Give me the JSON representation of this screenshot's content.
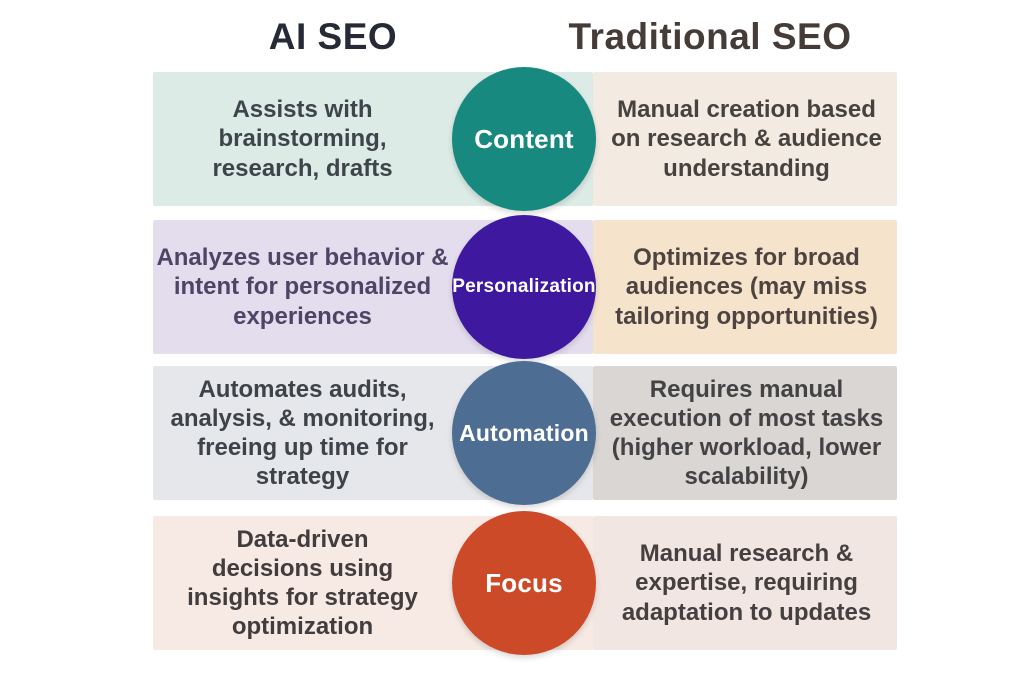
{
  "header": {
    "left_title": "AI SEO",
    "right_title": "Traditional SEO"
  },
  "rows": [
    {
      "label": "Content",
      "ai_text": "Assists with\nbrainstorming,\nresearch, drafts",
      "traditional_text": "Manual creation based\non research & audience\nunderstanding",
      "colors": {
        "left_band": "#dcebe5",
        "right_band": "#f3eae1",
        "circle": "#17897f",
        "left_text": "#3e444b",
        "right_text": "#45423f"
      }
    },
    {
      "label": "Personalization",
      "ai_text": "Analyzes user behavior &\nintent for personalized\nexperiences",
      "traditional_text": "Optimizes for broad\naudiences (may miss\ntailoring opportunities)",
      "colors": {
        "left_band": "#e4ddee",
        "right_band": "#f6e3cb",
        "circle": "#3e19a0",
        "left_text": "#4c4566",
        "right_text": "#4d4340"
      }
    },
    {
      "label": "Automation",
      "ai_text": "Automates audits,\nanalysis, & monitoring,\nfreeing up time for\nstrategy",
      "traditional_text": "Requires manual\nexecution of most tasks\n(higher workload, lower\nscalability)",
      "colors": {
        "left_band": "#e5e7ea",
        "right_band": "#d9d6d3",
        "circle": "#4e6d92",
        "left_text": "#3e4349",
        "right_text": "#434245"
      }
    },
    {
      "label": "Focus",
      "ai_text": "Data-driven\ndecisions using\ninsights for strategy\noptimization",
      "traditional_text": "Manual research &\nexpertise, requiring\nadaptation to updates",
      "colors": {
        "left_band": "#f7e9e4",
        "right_band": "#f2e6e2",
        "circle": "#cd4a29",
        "left_text": "#413d3e",
        "right_text": "#454040"
      }
    }
  ]
}
